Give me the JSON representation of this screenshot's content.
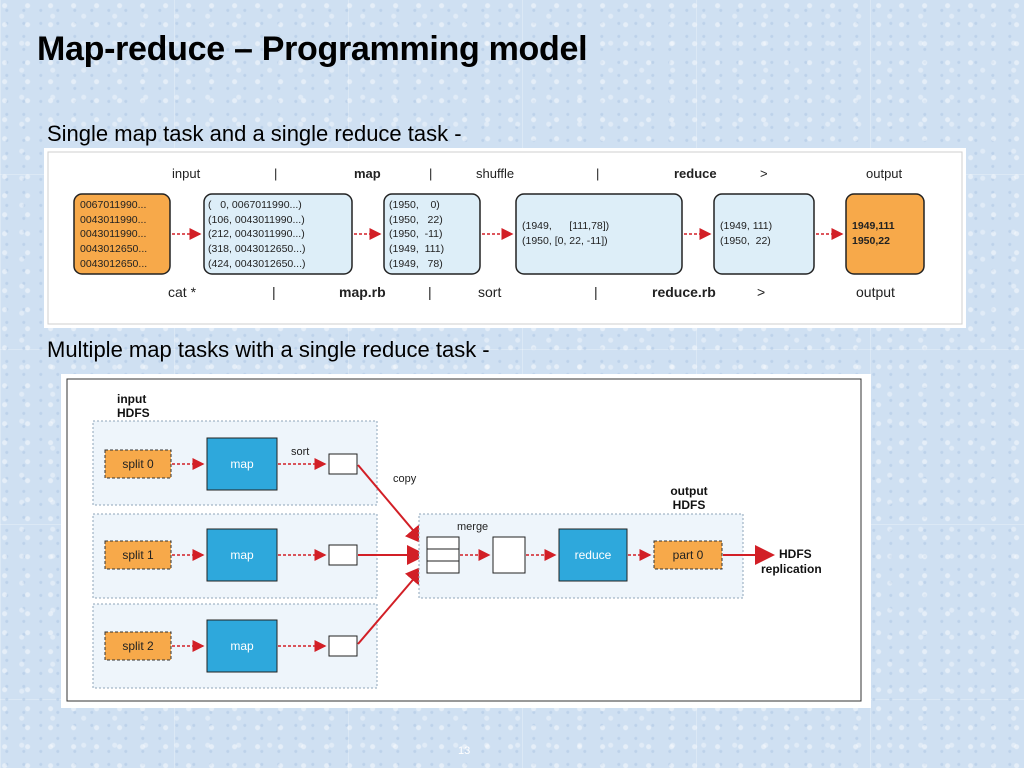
{
  "slide": {
    "title": "Map-reduce – Programming model",
    "subtitle1": "Single map task and a single reduce task -",
    "subtitle2": "Multiple map tasks with a single reduce task -",
    "page_number": "13"
  },
  "diagram1": {
    "stage_labels": [
      "input",
      "|",
      "map",
      "|",
      "shuffle",
      "|",
      "reduce",
      ">",
      "output"
    ],
    "command_labels": [
      "cat *",
      "|",
      "map.rb",
      "|",
      "sort",
      "|",
      "reduce.rb",
      ">",
      "output"
    ],
    "input_lines": [
      "0067011990...",
      "0043011990...",
      "0043011990...",
      "0043012650...",
      "0043012650..."
    ],
    "map_in_lines": [
      "(   0, 0067011990...)",
      "(106, 0043011990...)",
      "(212, 0043011990...)",
      "(318, 0043012650...)",
      "(424, 0043012650...)"
    ],
    "map_out_lines": [
      "(1950,    0)",
      "(1950,   22)",
      "(1950,  -11)",
      "(1949,  111)",
      "(1949,   78)"
    ],
    "shuffle_lines": [
      "(1949,      [111,78])",
      "(1950, [0, 22, -11])"
    ],
    "reduce_lines": [
      "(1949, 111)",
      "(1950,  22)"
    ],
    "output_lines": [
      "1949,111",
      "1950,22"
    ],
    "colors": {
      "input": "#f7a94a",
      "box": "#ddeef8",
      "arrow": "#d21f26"
    }
  },
  "diagram2": {
    "input_label": [
      "input",
      "HDFS"
    ],
    "output_label": [
      "output",
      "HDFS"
    ],
    "splits": [
      "split 0",
      "split 1",
      "split 2"
    ],
    "map_label": "map",
    "sort_label": "sort",
    "copy_label": "copy",
    "merge_label": "merge",
    "reduce_label": "reduce",
    "part_label": "part 0",
    "hdfs_replication": [
      "HDFS",
      "replication"
    ],
    "colors": {
      "split": "#f7a94a",
      "map": "#2ea8dc",
      "region": "#eef5fb",
      "arrow": "#d21f26"
    }
  }
}
